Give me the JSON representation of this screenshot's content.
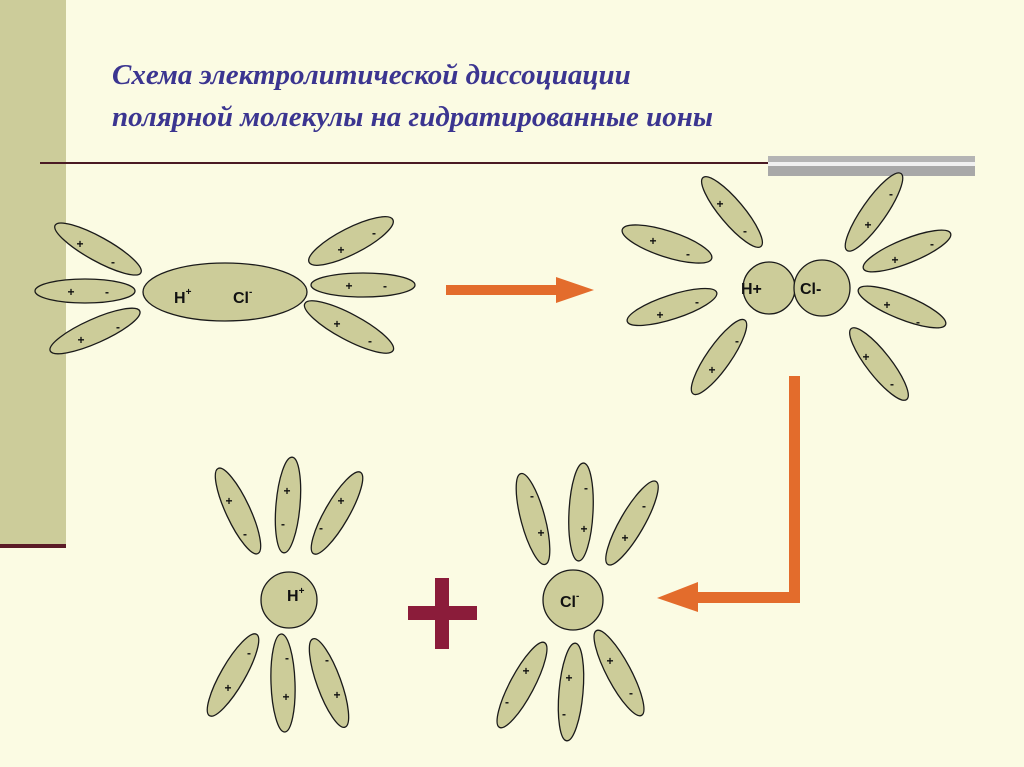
{
  "title": {
    "line1": "Схема электролитической диссоциации",
    "line2": "полярной молекулы на гидратированные  ионы"
  },
  "colors": {
    "title": "#3b3590",
    "molecule_fill": "#cccc99",
    "arrow": "#e36c2c",
    "plus_sign": "#8b1c3a",
    "left_bar": "#cccc9a"
  },
  "signs": {
    "plus": "+",
    "minus": "-"
  },
  "ions": {
    "h_symbol": "H",
    "h_charge": "+",
    "cl_symbol": "Cl",
    "cl_charge": "-",
    "h_plus_inline": "H+",
    "cl_inline": "Cl-"
  },
  "big_plus": "+"
}
